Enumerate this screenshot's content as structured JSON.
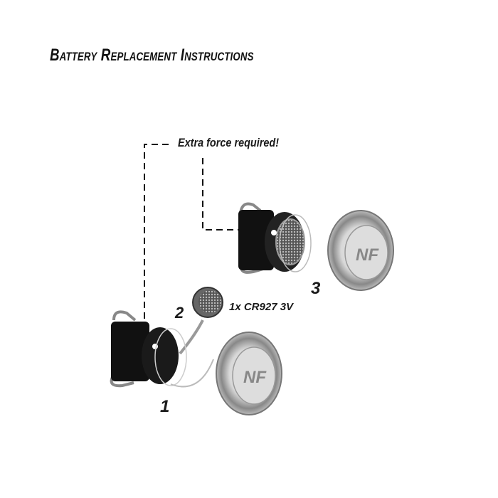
{
  "title": "Battery Replacement Instructions",
  "callout": "Extra force required!",
  "battery_label": "1x CR927 3V",
  "steps": [
    "1",
    "2",
    "3"
  ],
  "logo_text": "NF"
}
